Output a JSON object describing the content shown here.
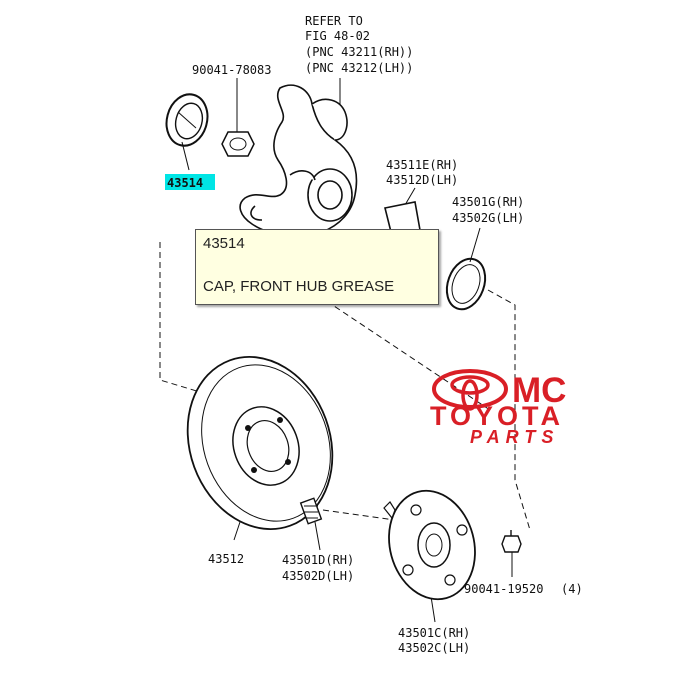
{
  "refer_note": {
    "line1": "REFER TO",
    "line2": "FIG 48-02",
    "line3": "(PNC 43211(RH))",
    "line4": "(PNC 43212(LH))"
  },
  "labels": {
    "bolt_top": "90041-78083",
    "cap": "43514",
    "knuckle_rh": "43511E(RH)",
    "knuckle_lh": "43512D(LH)",
    "clip_rh": "43501G(RH)",
    "clip_lh": "43502G(LH)",
    "disc": "43512",
    "stud_rh": "43501D(RH)",
    "stud_lh": "43502D(LH)",
    "bolt_right": "90041-19520",
    "bolt_right_qty": "(4)",
    "hub_rh": "43501C(RH)",
    "hub_lh": "43502C(LH)"
  },
  "tooltip": {
    "part_number": "43514",
    "description": "CAP, FRONT HUB GREASE"
  },
  "logo": {
    "mc": "MC",
    "brand": "TOYOTA",
    "sub": "PARTS",
    "color": "#d91f26"
  },
  "colors": {
    "highlight": "#00e5e5",
    "line": "#111111"
  }
}
